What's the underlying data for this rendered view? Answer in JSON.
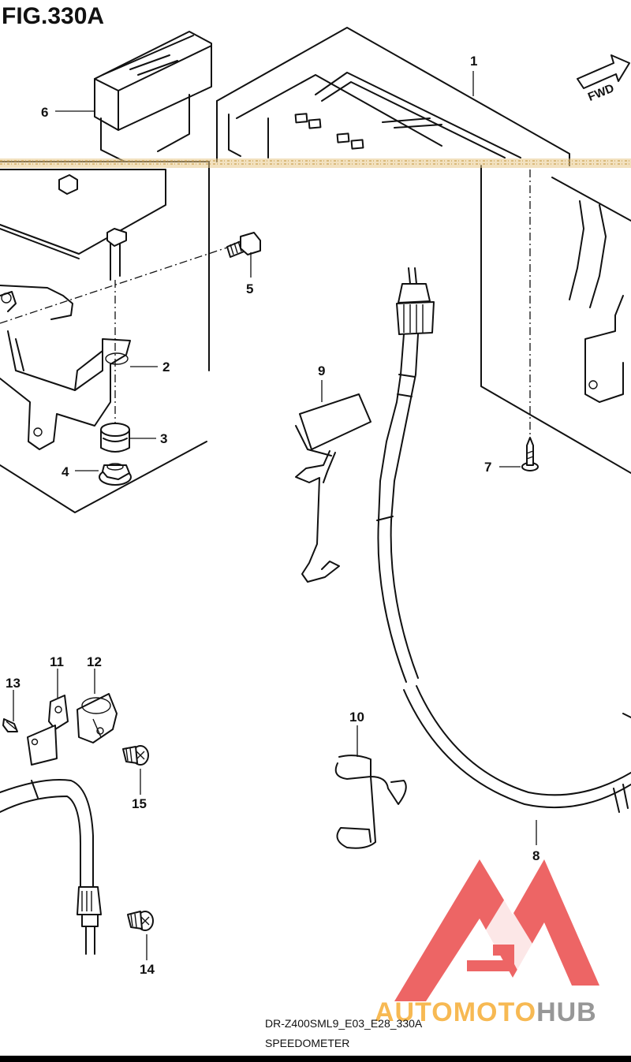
{
  "figure": {
    "title": "FIG.330A"
  },
  "direction_badge": {
    "label": "FWD"
  },
  "callouts": {
    "c1": "1",
    "c2": "2",
    "c3": "3",
    "c4": "4",
    "c5": "5",
    "c6": "6",
    "c7": "7",
    "c8": "8",
    "c9": "9",
    "c10": "10",
    "c11": "11",
    "c12": "12",
    "c13": "13",
    "c14": "14",
    "c15": "15"
  },
  "caption": {
    "model_code": "DR-Z400SML9_E03_E28_330A",
    "section_name": "SPEEDOMETER"
  },
  "watermark": {
    "text_part1": "AUTOMOTO",
    "text_part2": "HUB",
    "color_red": "#e83a3a",
    "color_orange": "#f5a623",
    "color_gray": "#7a7a7a"
  }
}
